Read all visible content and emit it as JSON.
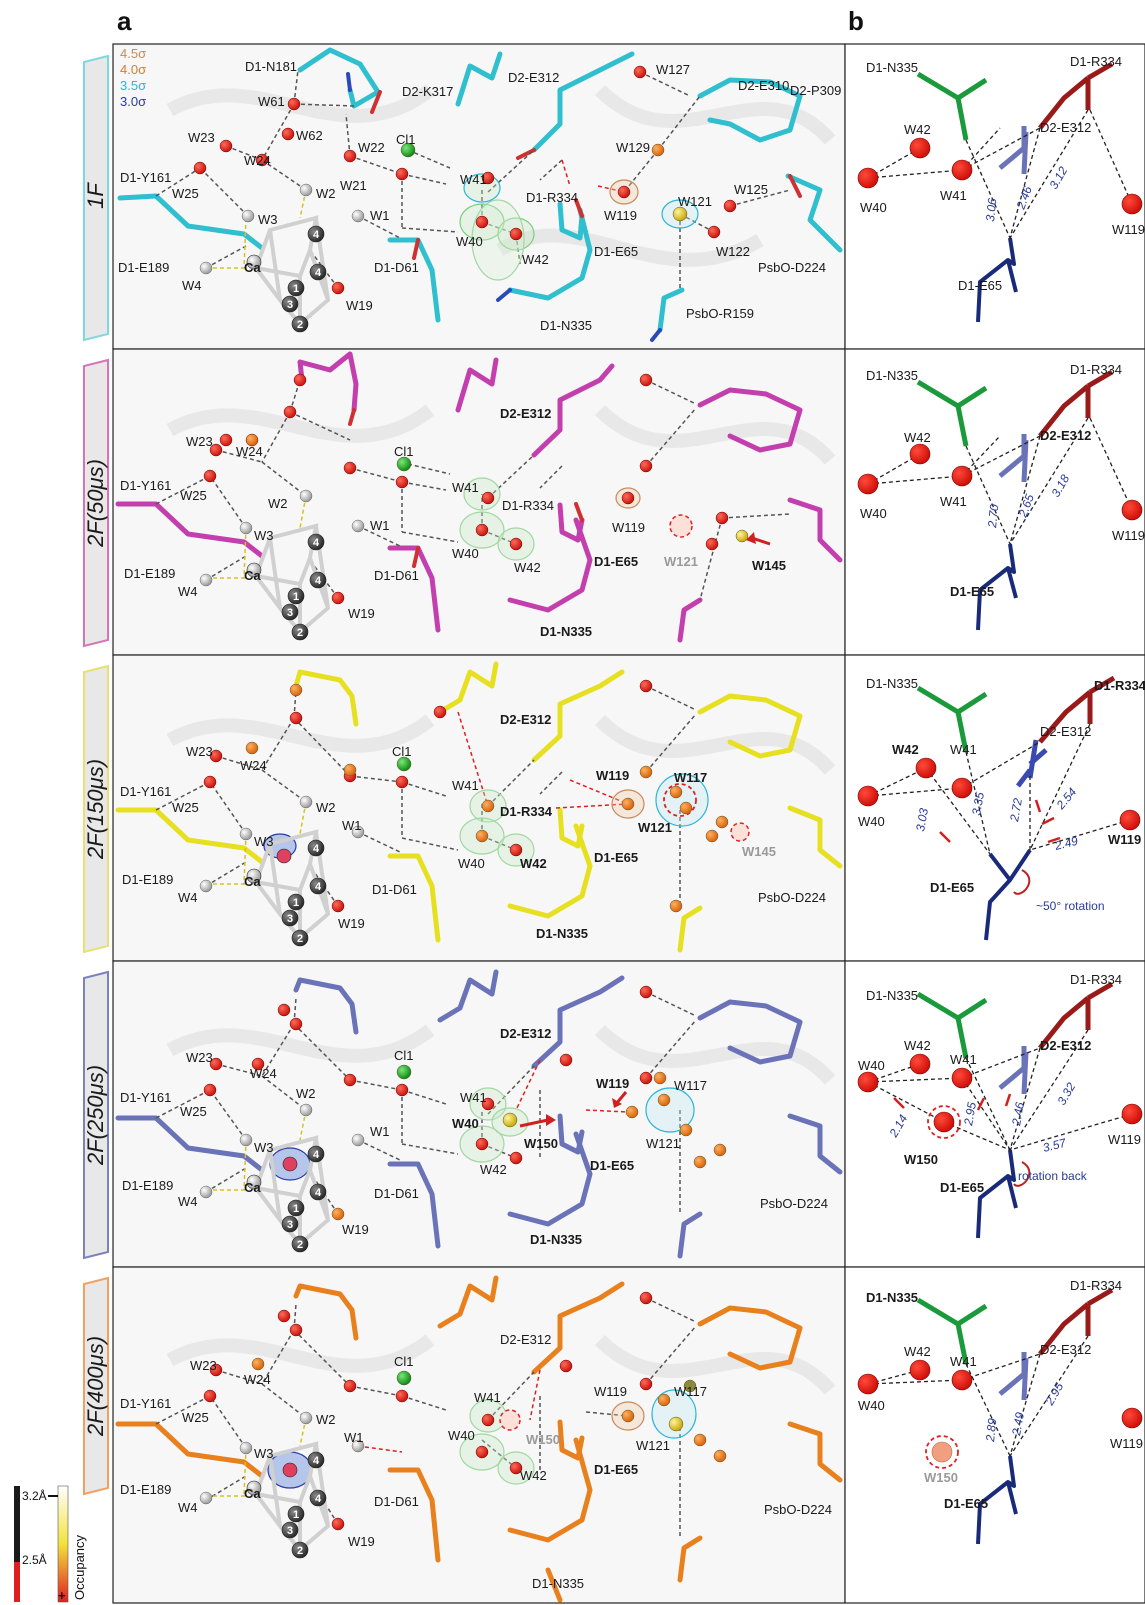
{
  "panel_letters": {
    "a": "a",
    "b": "b"
  },
  "contour_legend": [
    "4.5σ",
    "4.0σ",
    "3.5σ",
    "3.0σ"
  ],
  "contour_colors": [
    "#c88a5a",
    "#e8781a",
    "#29b6d8",
    "#2a3aa8"
  ],
  "states": [
    {
      "label": "1F",
      "stick_color": "#2fbfcf",
      "tab_color": "#7fd8e0"
    },
    {
      "label": "2F(50μs)",
      "stick_color": "#c43fae",
      "tab_color": "#d674b8"
    },
    {
      "label": "2F(150μs)",
      "stick_color": "#e6e020",
      "tab_color": "#e8e070"
    },
    {
      "label": "2F(250μs)",
      "stick_color": "#6a72b8",
      "tab_color": "#7a80c0"
    },
    {
      "label": "2F(400μs)",
      "stick_color": "#e8801e",
      "tab_color": "#f0a060"
    }
  ],
  "labels_a": {
    "p1": [
      "D1-N181",
      "W61",
      "W62",
      "D2-K317",
      "D2-E312",
      "W127",
      "D2-E310",
      "D2-P309",
      "W23",
      "W24",
      "W22",
      "Cl1",
      "W41",
      "W129",
      "D1-Y161",
      "W25",
      "W21",
      "W2",
      "D1-R334",
      "W119",
      "W121",
      "W125",
      "W3",
      "W1",
      "W40",
      "W42",
      "D1-E65",
      "W122",
      "D1-E189",
      "W4",
      "Ca",
      "D1-D61",
      "W19",
      "PsbO-D224",
      "PsbO-R159",
      "D1-N335"
    ],
    "p2": [
      "W23",
      "W24",
      "Cl1",
      "D2-E312",
      "D1-Y161",
      "W25",
      "W2",
      "W41",
      "D1-R334",
      "W119",
      "W3",
      "W1",
      "W40",
      "W42",
      "D1-E65",
      "W121",
      "W145",
      "D1-E189",
      "W4",
      "Ca",
      "D1-D61",
      "W19",
      "D1-N335"
    ],
    "p3": [
      "Cl1",
      "D2-E312",
      "W23",
      "W24",
      "W41",
      "W119",
      "W117",
      "D1-Y161",
      "W25",
      "W2",
      "D1-R334",
      "W3",
      "W1",
      "W121",
      "W145",
      "D1-E189",
      "W4",
      "Ca",
      "W40",
      "W42",
      "D1-E65",
      "D1-D61",
      "W19",
      "PsbO-D224",
      "D1-N335"
    ],
    "p4": [
      "D2-E312",
      "W23",
      "W24",
      "Cl1",
      "W119",
      "W117",
      "D1-Y161",
      "W25",
      "W2",
      "W41",
      "W40",
      "W150",
      "W121",
      "W3",
      "W1",
      "W42",
      "D1-E65",
      "D1-E189",
      "W4",
      "Ca",
      "D1-D61",
      "W19",
      "PsbO-D224",
      "D1-N335"
    ],
    "p5": [
      "D2-E312",
      "W23",
      "W24",
      "Cl1",
      "W41",
      "W119",
      "W117",
      "D1-Y161",
      "W25",
      "W2",
      "W3",
      "W1",
      "W40",
      "W150",
      "W121",
      "W42",
      "D1-E65",
      "D1-E189",
      "W4",
      "Ca",
      "D1-D61",
      "W19",
      "PsbO-D224",
      "D1-N335"
    ]
  },
  "panels_b": [
    {
      "labels": [
        "D1-N335",
        "D1-R334",
        "W42",
        "D2-E312",
        "W40",
        "W41",
        "W119",
        "D1-E65"
      ],
      "distances": [
        "3.06",
        "2.46",
        "3.12"
      ]
    },
    {
      "labels": [
        "D1-N335",
        "D1-R334",
        "W42",
        "D2-E312",
        "W40",
        "W41",
        "W119",
        "D1-E65"
      ],
      "distances": [
        "2.70",
        "2.65",
        "3.18"
      ]
    },
    {
      "labels": [
        "D1-N335",
        "D1-R334",
        "W42",
        "W41",
        "D2-E312",
        "W40",
        "W119",
        "D1-E65"
      ],
      "distances": [
        "3.35",
        "3.03",
        "2.72",
        "2.54",
        "2.49"
      ],
      "note": "~50° rotation"
    },
    {
      "labels": [
        "D1-N335",
        "D1-R334",
        "W42",
        "D2-E312",
        "W40",
        "W41",
        "W119",
        "W150",
        "D1-E65"
      ],
      "distances": [
        "2.95",
        "2.46",
        "3.32",
        "2.14",
        "3.57"
      ],
      "note": "rotation back"
    },
    {
      "labels": [
        "D1-N335",
        "D1-R334",
        "W42",
        "D2-E312",
        "W40",
        "W41",
        "W119",
        "W150",
        "D1-E65"
      ],
      "distances": [
        "2.89",
        "2.49",
        "2.95"
      ]
    }
  ],
  "cubane_numbers": [
    "4",
    "1",
    "4",
    "3",
    "2"
  ],
  "occupancy_legend": {
    "top": "3.2Å",
    "bottom": "2.5Å",
    "title": "Occupancy",
    "plus": "+"
  }
}
